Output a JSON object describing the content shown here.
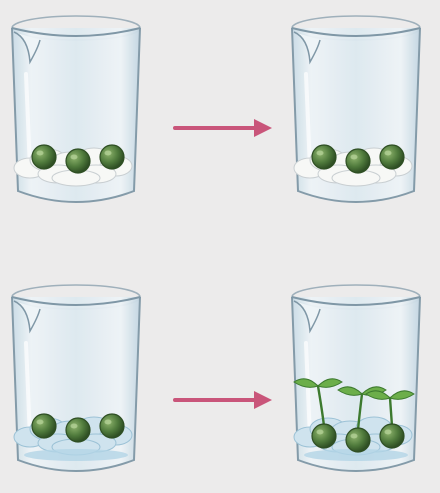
{
  "colors": {
    "background": "#ecebeb",
    "glass_fill": "#d8e6ee",
    "glass_stroke": "#7f97a6",
    "cotton_dry": "#f7f8f6",
    "cotton_wet": "#cfe3ee",
    "seed_fill": "#4f7a3c",
    "seed_dark": "#2f4f24",
    "sprout": "#3d7a2f",
    "leaf": "#6cae4a",
    "arrow": "#c9557a"
  },
  "icons": {
    "beaker": "beaker-icon",
    "seed": "seed-icon",
    "arrow": "right-arrow-icon",
    "sprout": "seedling-icon"
  },
  "panels": [
    {
      "name": "dry-before",
      "cotton": "dry",
      "seeds": 3,
      "sprouted": false
    },
    {
      "name": "dry-after",
      "cotton": "dry",
      "seeds": 3,
      "sprouted": false
    },
    {
      "name": "wet-before",
      "cotton": "wet",
      "seeds": 3,
      "sprouted": false
    },
    {
      "name": "wet-after",
      "cotton": "wet",
      "seeds": 3,
      "sprouted": true
    }
  ],
  "arrows": [
    {
      "name": "arrow-row-1",
      "from": "dry-before",
      "to": "dry-after"
    },
    {
      "name": "arrow-row-2",
      "from": "wet-before",
      "to": "wet-after"
    }
  ]
}
